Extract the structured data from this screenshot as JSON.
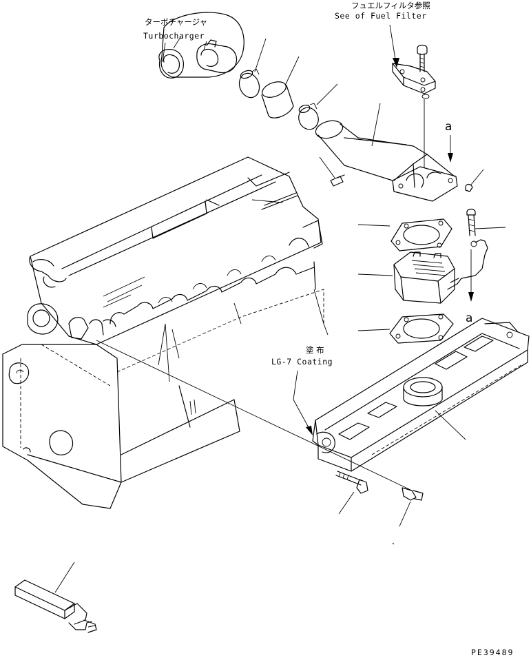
{
  "labels": {
    "turbocharger_jp": "ターボチャージャ",
    "turbocharger_en": "Turbocharger",
    "fuel_filter_jp": "フュエルフィルタ参照",
    "fuel_filter_en": "See of Fuel Filter",
    "coating_jp": "塗 布",
    "coating_en": "LG-7 Coating",
    "ref_a_top": "a",
    "ref_a_bottom": "a",
    "figure_code": "PE39489"
  }
}
